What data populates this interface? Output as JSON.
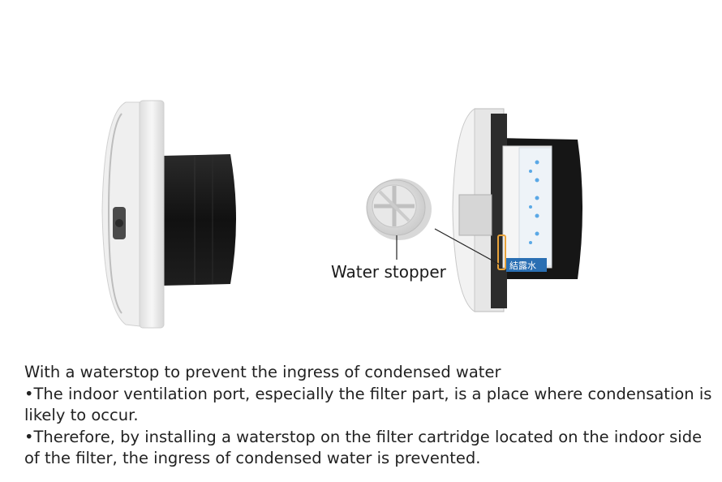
{
  "callout": {
    "stopper_label": "Water stopper",
    "condensation_tag": "結露水"
  },
  "description": {
    "heading": "With a waterstop to prevent the ingress of condensed water",
    "bullet_1": "•The indoor ventilation port, especially the filter part, is a place where condensation is likely to occur.",
    "bullet_2": "•Therefore, by installing a waterstop on the filter cartridge located on the indoor side of the filter, the ingress of condensed water is prevented."
  },
  "colors": {
    "highlight": "#e8a23a",
    "tag_background": "#2a6fb3",
    "water_drops": "#5aa8e6"
  }
}
